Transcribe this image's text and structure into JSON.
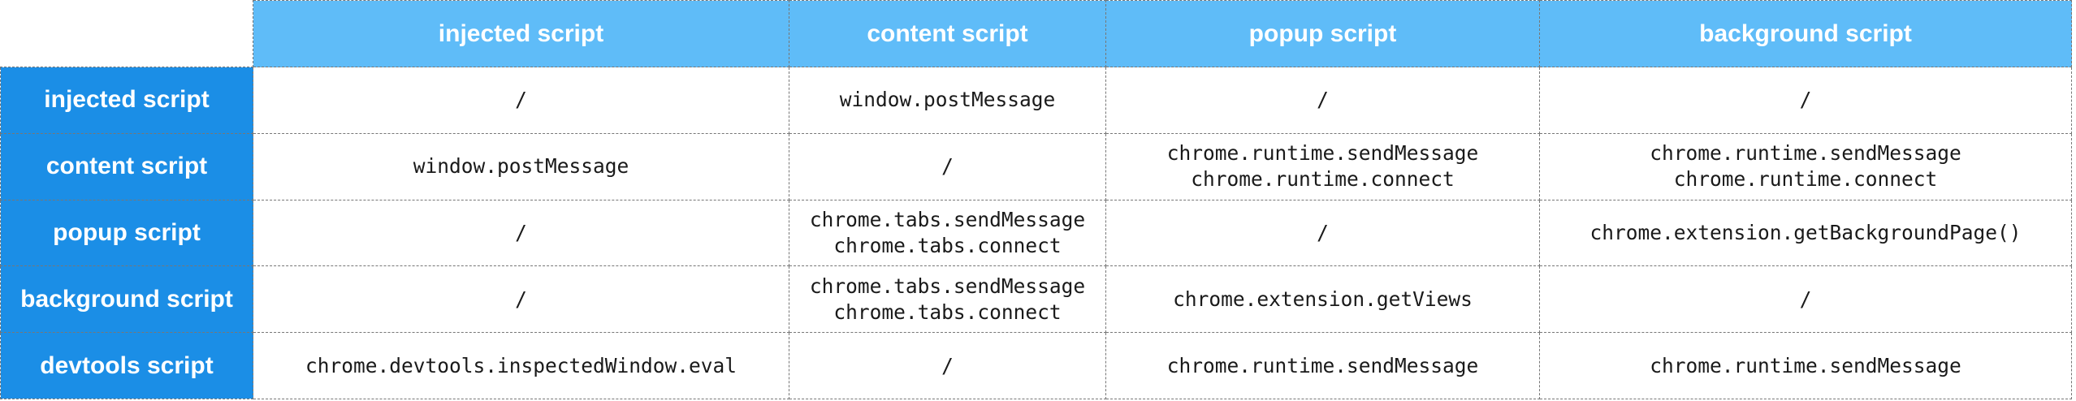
{
  "columns": [
    "injected script",
    "content script",
    "popup script",
    "background script"
  ],
  "rows": [
    {
      "label": "injected script",
      "cells": [
        "/",
        "window.postMessage",
        "/",
        "/"
      ]
    },
    {
      "label": "content script",
      "cells": [
        "window.postMessage",
        "/",
        "chrome.runtime.sendMessage\nchrome.runtime.connect",
        "chrome.runtime.sendMessage\nchrome.runtime.connect"
      ]
    },
    {
      "label": "popup script",
      "cells": [
        "/",
        "chrome.tabs.sendMessage\nchrome.tabs.connect",
        "/",
        "chrome.extension.getBackgroundPage()"
      ]
    },
    {
      "label": "background script",
      "cells": [
        "/",
        "chrome.tabs.sendMessage\nchrome.tabs.connect",
        "chrome.extension.getViews",
        "/"
      ]
    },
    {
      "label": "devtools script",
      "cells": [
        "chrome.devtools.inspectedWindow.eval",
        "/",
        "chrome.runtime.sendMessage",
        "chrome.runtime.sendMessage"
      ]
    }
  ],
  "colors": {
    "column_header_bg": "#5fbcf8",
    "row_header_bg": "#1b8ee6",
    "header_text": "#ffffff",
    "cell_text": "#1a1a1a",
    "border": "#777777"
  }
}
